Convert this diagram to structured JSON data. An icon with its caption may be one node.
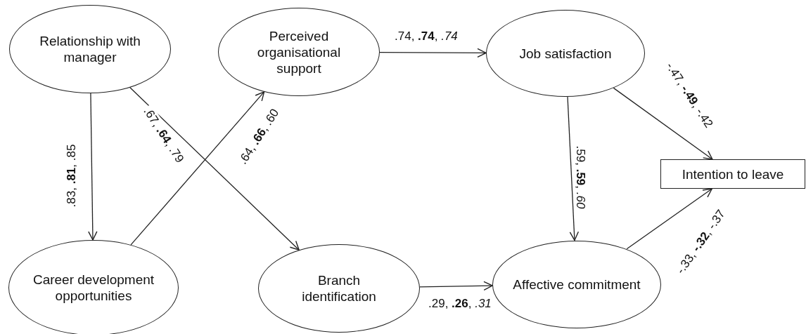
{
  "diagram": {
    "nodes": [
      {
        "text": [
          "Relationship with manager"
        ]
      },
      {
        "text": [
          "Perceived organisational support"
        ]
      },
      {
        "text": [
          "Job satisfaction"
        ]
      },
      {
        "text": [
          "Career development opportunities"
        ]
      },
      {
        "text": [
          "Branch identification"
        ]
      },
      {
        "text": [
          "Intention to leave"
        ]
      },
      {
        "text": [
          "Affective commitment"
        ]
      }
    ],
    "edges": [
      {
        "from": 0,
        "to": 3,
        "arrow": "to",
        "label": ".83, **.81**, .85"
      },
      {
        "from": 0,
        "to": 4,
        "arrow": "to",
        "label": ".67, **.64**, .79"
      },
      {
        "from": 3,
        "to": 1,
        "arrow": "to",
        "label": ".64, **.66**, .60"
      },
      {
        "from": 1,
        "to": 2,
        "arrow": "to",
        "label": ".74, **.74**, *.74*"
      },
      {
        "from": 2,
        "to": 6,
        "arrow": "to",
        "label": ".59, **.59**, *.60*"
      },
      {
        "from": 2,
        "to": 5,
        "arrow": "to",
        "label": "-.47, **-.49**, -.42"
      },
      {
        "from": 4,
        "to": 6,
        "arrow": "to",
        "label": ".29, **.26**, *.31*"
      },
      {
        "from": 6,
        "to": 5,
        "arrow": "to",
        "label": "-.33, **-.32**, -.37"
      }
    ]
  }
}
